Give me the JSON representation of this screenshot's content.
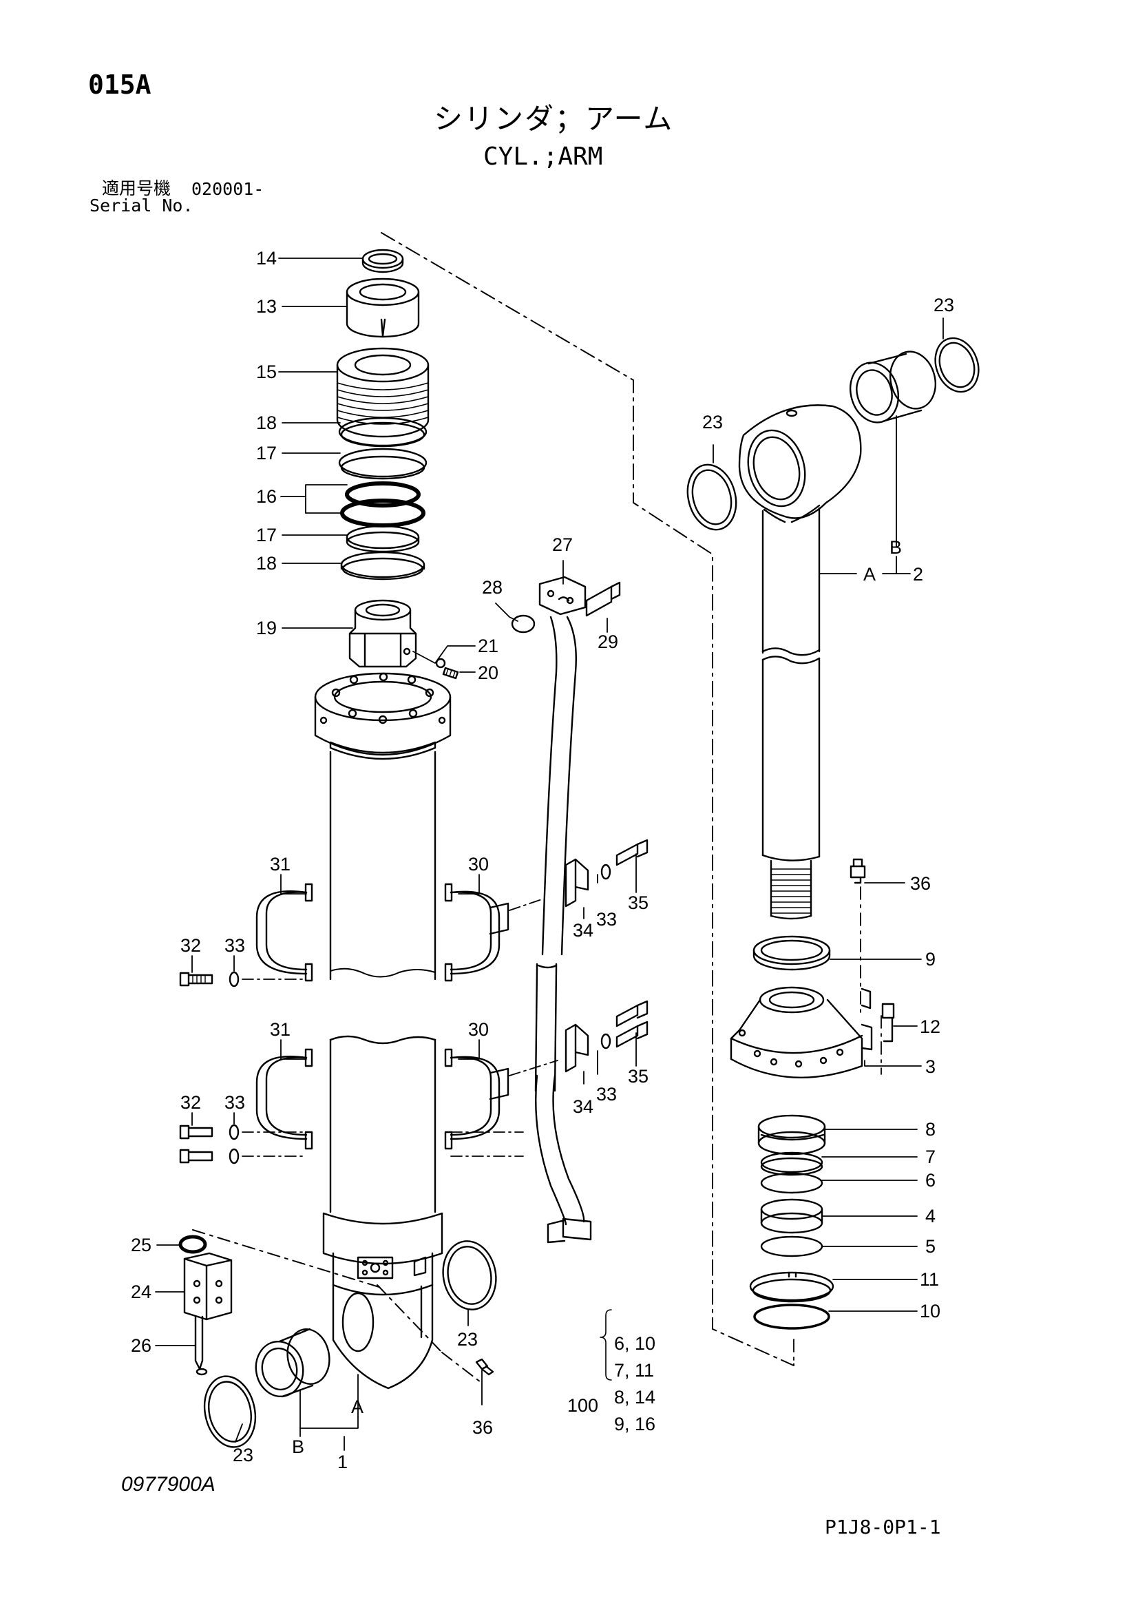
{
  "page_code": "015A",
  "title_jp": "シリンダ；アーム",
  "title_en": "CYL.;ARM",
  "serial_label_jp": "適用号機",
  "serial_value": "020001-",
  "serial_label_en": "Serial No.",
  "drawing_no": "0977900A",
  "page_ref": "P1J8-0P1-1",
  "kit": {
    "number": "100",
    "rows": [
      "6, 10",
      "7, 11",
      "8, 14",
      "9, 16"
    ]
  },
  "callouts": {
    "c14": "14",
    "c13": "13",
    "c15": "15",
    "c18a": "18",
    "c17a": "17",
    "c16": "16",
    "c17b": "17",
    "c18b": "18",
    "c19": "19",
    "c21": "21",
    "c20": "20",
    "c27": "27",
    "c28": "28",
    "c29": "29",
    "c31a": "31",
    "c30a": "30",
    "c35a": "35",
    "c34a": "34",
    "c33a": "33",
    "c32a": "32",
    "c33b": "33",
    "c31b": "31",
    "c30b": "30",
    "c35b": "35",
    "c34b": "34",
    "c33c": "33",
    "c32b": "32",
    "c33d": "33",
    "c25": "25",
    "c24": "24",
    "c26": "26",
    "c23a": "23",
    "c23b": "23",
    "c36a": "36",
    "cA1": "A",
    "cB1": "B",
    "c1": "1",
    "c23c": "23",
    "c23d": "23",
    "cB2": "B",
    "cA2": "A",
    "c2": "2",
    "c36b": "36",
    "c9": "9",
    "c12": "12",
    "c3": "3",
    "c8": "8",
    "c7": "7",
    "c6": "6",
    "c4": "4",
    "c5": "5",
    "c11": "11",
    "c10": "10"
  }
}
